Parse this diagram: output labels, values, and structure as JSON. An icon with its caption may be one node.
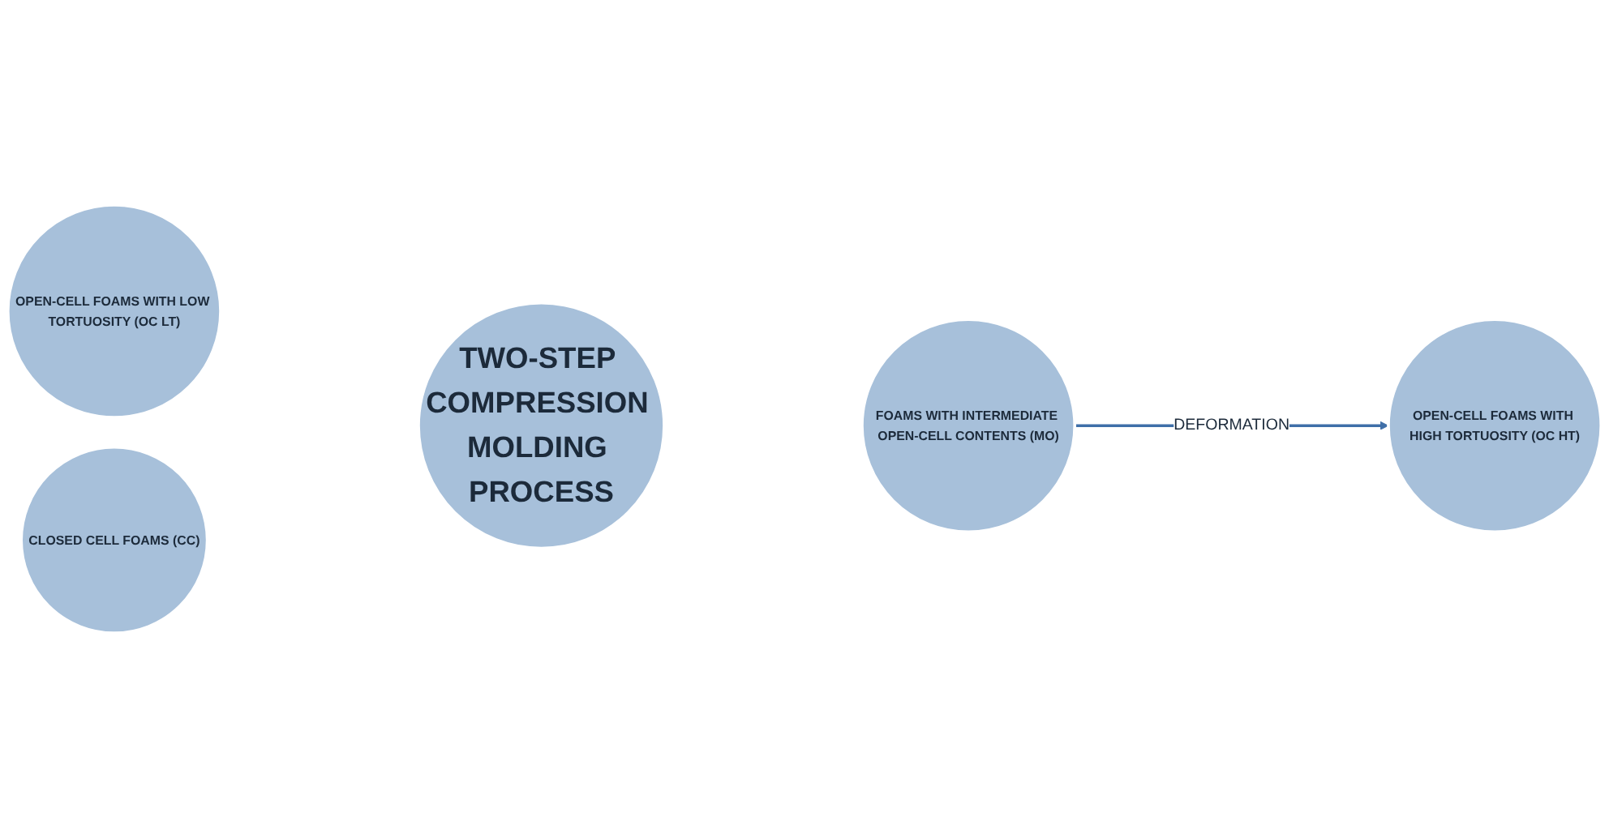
{
  "diagram": {
    "nodes": [
      {
        "text": [
          "CLOSED CELL FOAMS (CC)"
        ]
      },
      {
        "text": [
          "TWO-STEP COMPRESSION MOLDING PROCESS"
        ]
      },
      {
        "text": [
          "OPEN-CELL FOAMS WITH LOW TORTUOSITY (OC LT)"
        ]
      },
      {
        "text": [
          "FOAMS WITH INTERMEDIATE OPEN-CELL CONTENTS (MO)"
        ]
      },
      {
        "text": [
          "OPEN-CELL FOAMS WITH HIGH TORTUOSITY (OC HT)"
        ]
      }
    ],
    "edges": [
      {
        "from": 3,
        "to": 4,
        "arrow": "to",
        "label": "DEFORMATION"
      }
    ]
  }
}
